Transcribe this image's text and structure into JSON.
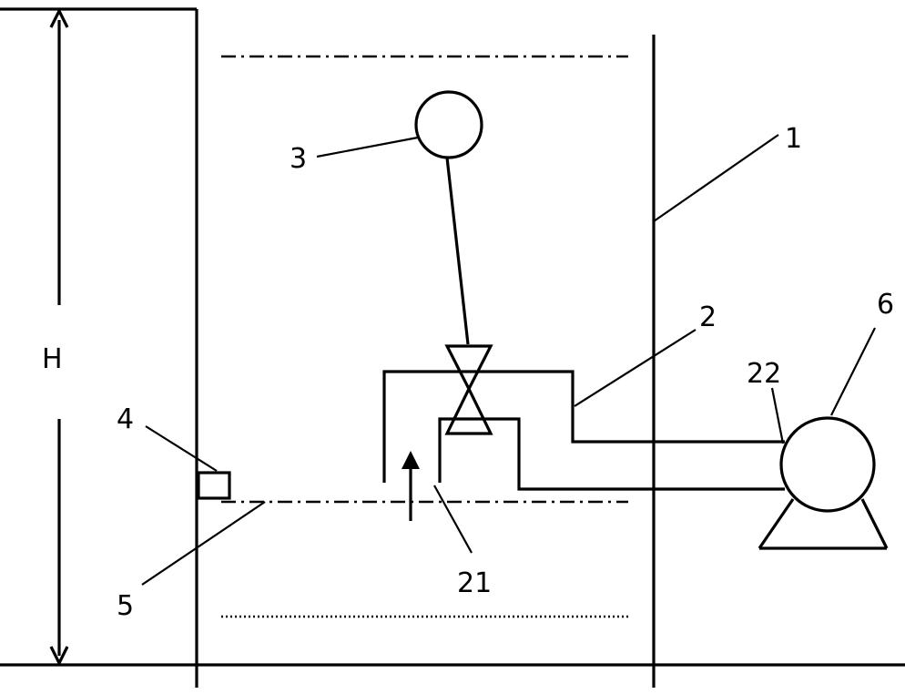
{
  "labels": {
    "height": "H",
    "tank": "1",
    "pipe": "2",
    "float_ball": "3",
    "sensor": "4",
    "water_level": "5",
    "pump": "6",
    "inlet": "21",
    "pump_inlet": "22"
  },
  "colors": {
    "line": "#000000",
    "background": "#ffffff"
  }
}
